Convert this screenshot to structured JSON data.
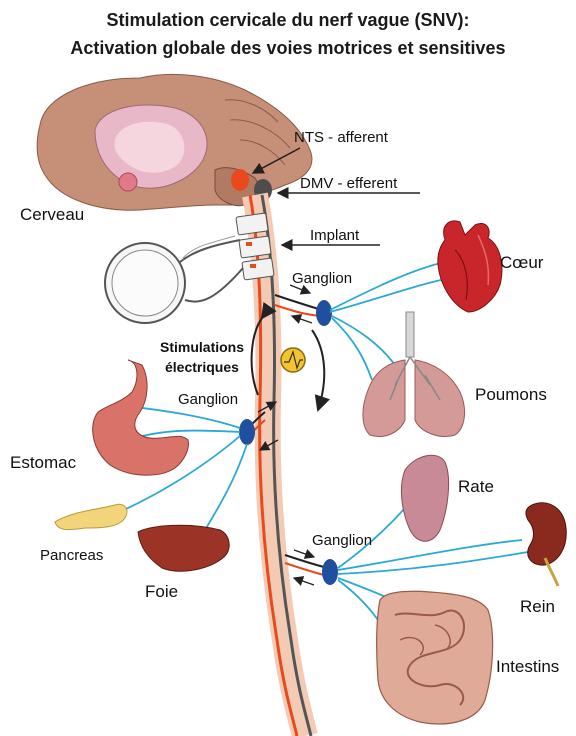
{
  "title": {
    "line1": "Stimulation cervicale du nerf vague (SNV):",
    "line2": "Activation globale des voies motrices et sensitives"
  },
  "labels": {
    "nts": "NTS - afferent",
    "dmv": "DMV - efferent",
    "implant": "Implant",
    "ganglion": "Ganglion",
    "stim_line1": "Stimulations",
    "stim_line2": "électriques"
  },
  "organs": {
    "cerveau": "Cerveau",
    "coeur": "Cœur",
    "poumons": "Poumons",
    "estomac": "Estomac",
    "pancreas": "Pancreas",
    "foie": "Foie",
    "rate": "Rate",
    "rein": "Rein",
    "intestins": "Intestins"
  },
  "colors": {
    "nerve_blue": "#2aa9d8",
    "ganglion": "#1f4f9e",
    "efferent": "#e84a1e",
    "brain": "#c58f78",
    "heart": "#c8262b",
    "lung": "#d49a97"
  }
}
